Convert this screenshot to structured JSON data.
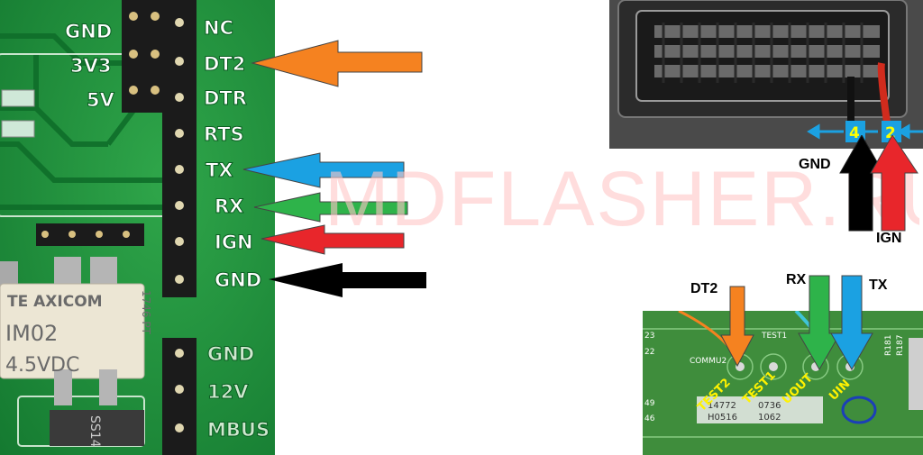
{
  "watermark": "MDFLASHER.RU",
  "board_left": {
    "left_labels": [
      "GND",
      "3V3",
      "5V"
    ],
    "pin_labels": [
      "NC",
      "DT2",
      "DTR",
      "RTS",
      "TX",
      "RX",
      "IGN",
      "GND"
    ],
    "bottom_labels": [
      "GND",
      "12V",
      "MBUS"
    ],
    "relay_text": [
      "TE AXICOM",
      "IM02",
      "4.5VDC",
      "1746 PT"
    ],
    "diode_text": "SS14"
  },
  "arrow_colors": {
    "DT2": "#f58220",
    "TX": "#1ba1e2",
    "RX": "#2eb34a",
    "IGN": "#e8262b",
    "GND": "#000000"
  },
  "connector_photo": {
    "pin_numbers": [
      "4",
      "2"
    ],
    "labels": [
      "GND",
      "IGN"
    ]
  },
  "pcb_photo": {
    "arrow_labels": [
      "DT2",
      "RX",
      "TX"
    ],
    "pad_labels": [
      "TEST2",
      "TEST1",
      "UOUT",
      "UIN"
    ],
    "silk_text": [
      "COMMU2",
      "TEST1",
      "14772",
      "0736",
      "H0516",
      "1062",
      "23",
      "22",
      "49",
      "46",
      "R181",
      "R187"
    ]
  }
}
